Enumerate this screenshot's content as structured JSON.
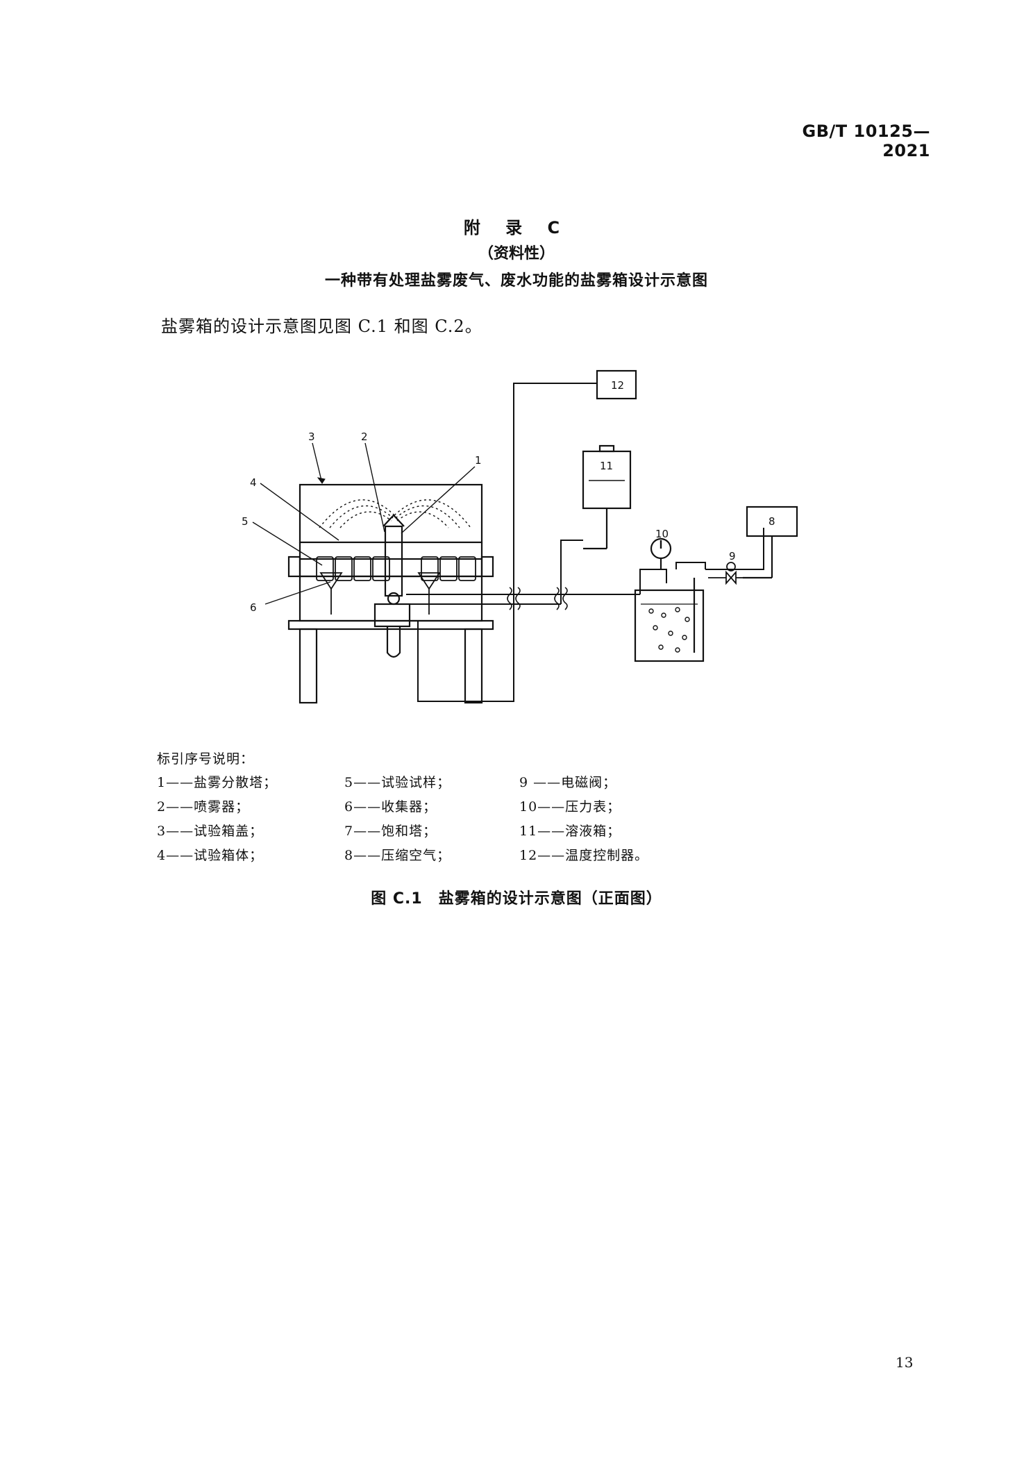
{
  "header": {
    "standard_number": "GB/T 10125—2021"
  },
  "appendix": {
    "title": "附 录 C",
    "type": "（资料性）",
    "heading": "一种带有处理盐雾废气、废水功能的盐雾箱设计示意图"
  },
  "intro_text": "盐雾箱的设计示意图见图 C.1 和图 C.2。",
  "diagram_labels": {
    "l1": "1",
    "l2": "2",
    "l3": "3",
    "l4": "4",
    "l5": "5",
    "l6": "6",
    "l8": "8",
    "l9": "9",
    "l10": "10",
    "l11": "11",
    "l12": "12"
  },
  "legend": {
    "title": "标引序号说明：",
    "items": [
      "1——盐雾分散塔；",
      "2——喷雾器；",
      "3——试验箱盖；",
      "4——试验箱体；",
      "5——试验试样；",
      "6——收集器；",
      "7——饱和塔；",
      "8——压缩空气；",
      "9 ——电磁阀；",
      "10——压力表；",
      "11——溶液箱；",
      "12——温度控制器。"
    ]
  },
  "figure_caption": "图 C.1　盐雾箱的设计示意图（正面图）",
  "page_number": "13"
}
